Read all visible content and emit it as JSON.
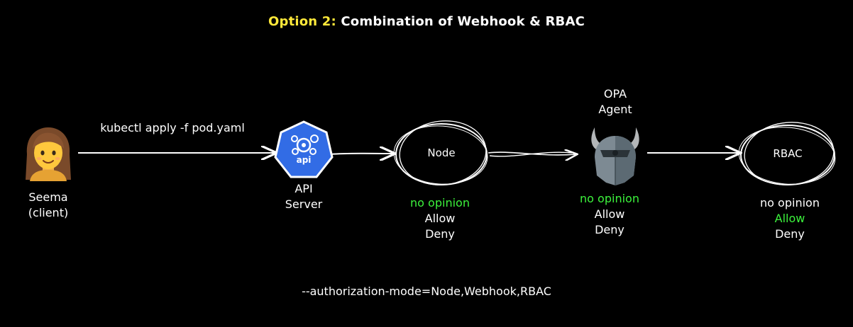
{
  "title": {
    "prefix": "Option 2:",
    "text": "Combination of Webhook & RBAC"
  },
  "client": {
    "icon": "woman-emoji-icon",
    "name": "Seema",
    "role": "(client)"
  },
  "command": "kubectl apply -f pod.yaml",
  "api_server": {
    "icon": "kubernetes-api-icon",
    "badge": "api",
    "line1": "API",
    "line2": "Server"
  },
  "node": {
    "label": "Node",
    "options": [
      "no opinion",
      "Allow",
      "Deny"
    ],
    "highlight_index": 0
  },
  "opa": {
    "icon": "opa-helmet-icon",
    "title_line1": "OPA",
    "title_line2": "Agent",
    "options": [
      "no opinion",
      "Allow",
      "Deny"
    ],
    "highlight_index": 0
  },
  "rbac": {
    "label": "RBAC",
    "options": [
      "no opinion",
      "Allow",
      "Deny"
    ],
    "highlight_index": 1
  },
  "footer": "--authorization-mode=Node,Webhook,RBAC",
  "colors": {
    "background": "#000000",
    "text": "#ffffff",
    "accent_yellow": "#ffe93a",
    "highlight_green": "#3cf23c",
    "k8s_blue": "#326ce5"
  }
}
